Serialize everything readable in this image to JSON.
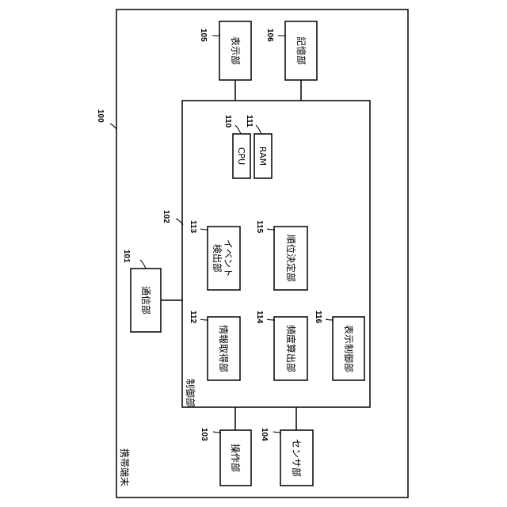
{
  "diagram": {
    "device": {
      "ref": "100",
      "label": "携帯端末"
    },
    "communication": {
      "ref": "101",
      "label": "通信部"
    },
    "controller": {
      "ref": "102",
      "label": "制御部"
    },
    "operation": {
      "ref": "103",
      "label": "操作部"
    },
    "sensor": {
      "ref": "104",
      "label": "センサ部"
    },
    "display": {
      "ref": "105",
      "label": "表示部"
    },
    "storage": {
      "ref": "106",
      "label": "記憶部"
    },
    "cpu": {
      "ref": "110",
      "label": "CPU"
    },
    "ram": {
      "ref": "111",
      "label": "RAM"
    },
    "info_acquisition": {
      "ref": "112",
      "label": "情報取得部"
    },
    "event_detection": {
      "ref": "113",
      "label_line1": "イベント",
      "label_line2": "検出部"
    },
    "frequency_calc": {
      "ref": "114",
      "label": "頻度算出部"
    },
    "rank_decision": {
      "ref": "115",
      "label": "順位決定部"
    },
    "display_control": {
      "ref": "116",
      "label": "表示制御部"
    }
  }
}
